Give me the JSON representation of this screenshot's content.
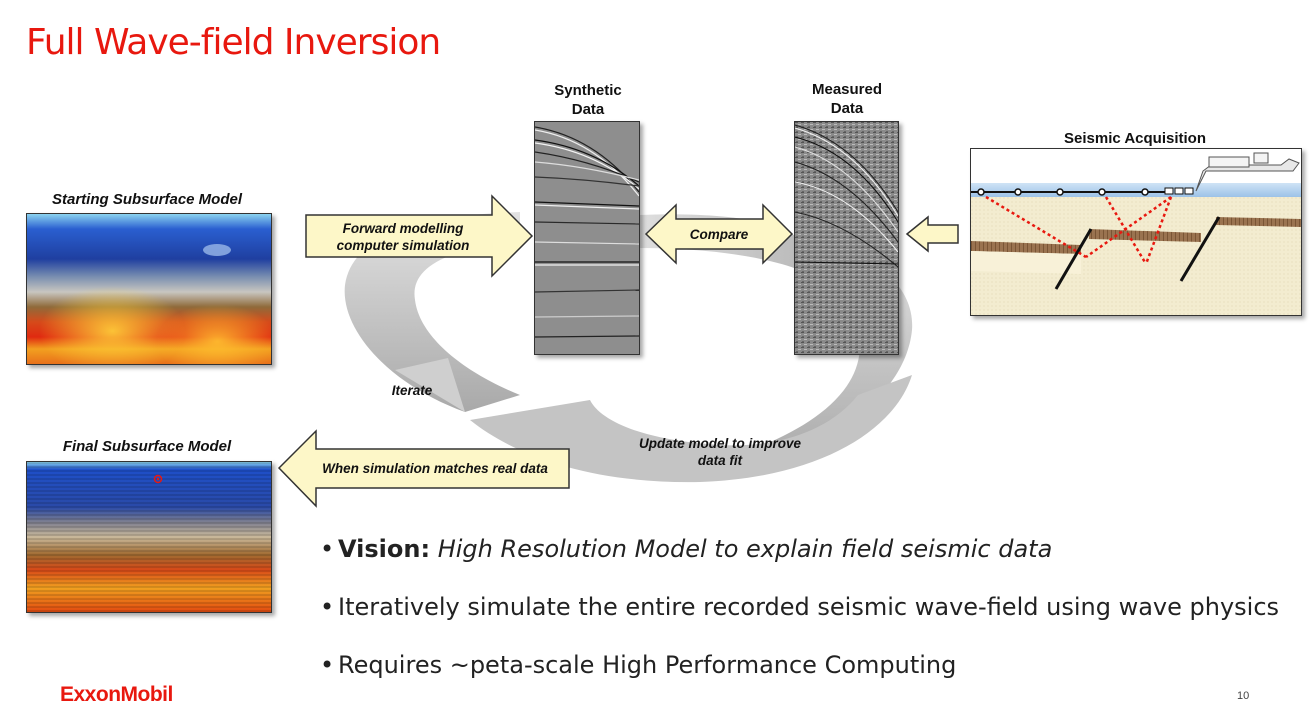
{
  "title": "Full Wave-field Inversion",
  "labels": {
    "starting_model": "Starting Subsurface Model",
    "final_model": "Final Subsurface Model",
    "synthetic_line1": "Synthetic",
    "synthetic_line2": "Data",
    "measured_line1": "Measured",
    "measured_line2": "Data",
    "acquisition": "Seismic Acquisition"
  },
  "arrows": {
    "forward_line1": "Forward modelling",
    "forward_line2": "computer simulation",
    "compare": "Compare",
    "match": "When simulation matches real data",
    "iterate": "Iterate",
    "update_line1": "Update model to improve",
    "update_line2": "data fit"
  },
  "bullets": {
    "vision_bold": "Vision:",
    "vision_italic": "High Resolution Model to explain field seismic data",
    "item2": "Iteratively simulate the entire recorded seismic wave-field using wave physics",
    "item3": "Requires ~peta-scale High Performance Computing"
  },
  "footer": {
    "logo": "ExxonMobil",
    "page_number": "10"
  },
  "colors": {
    "accent": "#e8180f",
    "arrow_fill": "#fdf7c8",
    "ring": "#c9c9c9"
  }
}
